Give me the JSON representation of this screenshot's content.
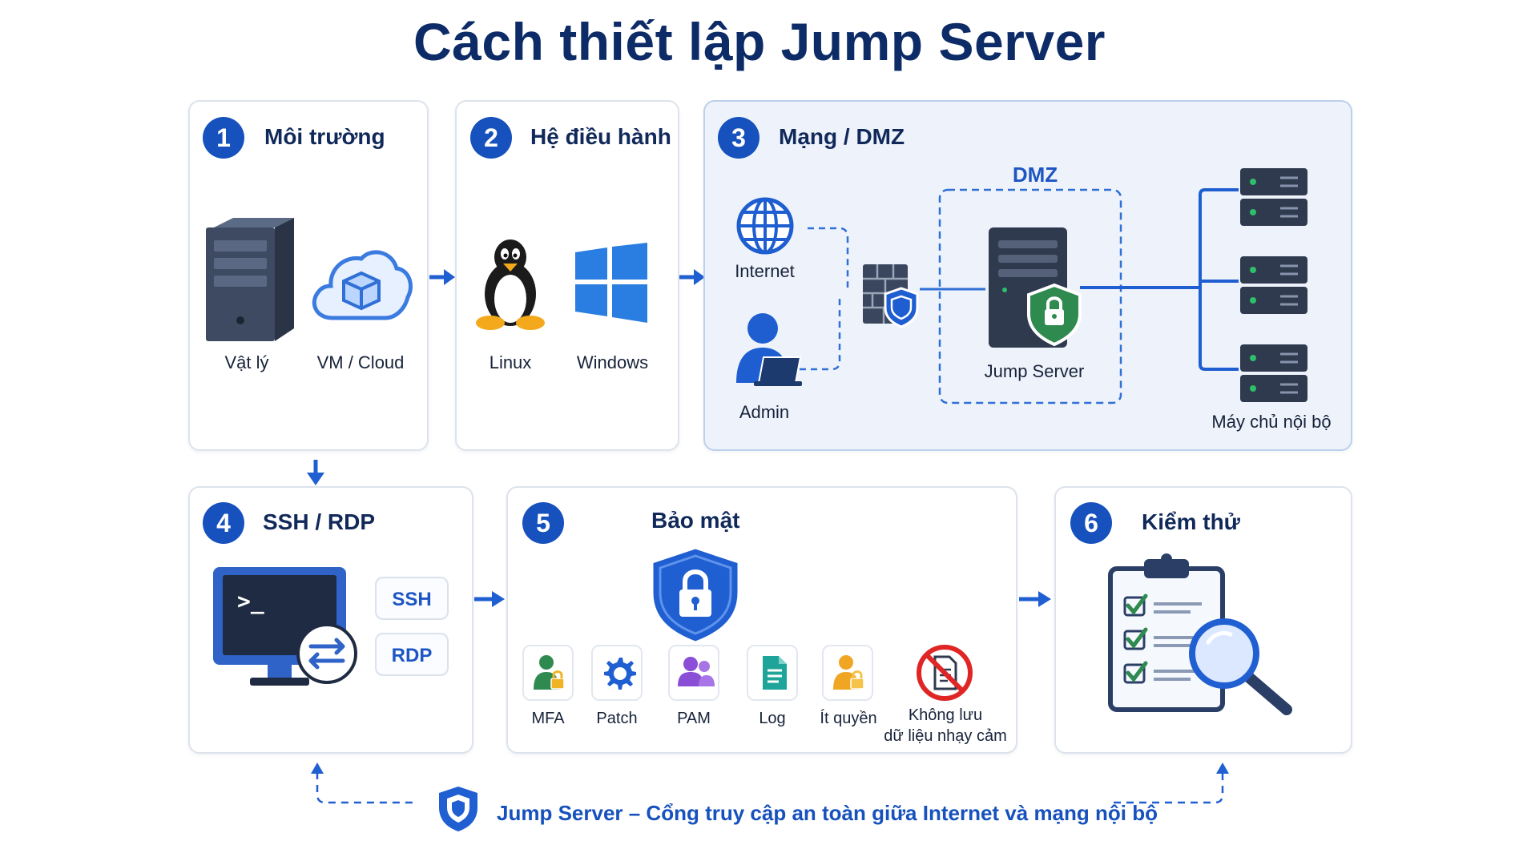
{
  "title": "Cách thiết lập Jump Server",
  "steps": [
    {
      "number": "1",
      "title": "Môi trường",
      "items": [
        "Vật lý",
        "VM / Cloud"
      ]
    },
    {
      "number": "2",
      "title": "Hệ điều hành",
      "items": [
        "Linux",
        "Windows"
      ]
    },
    {
      "number": "3",
      "title": "Mạng / DMZ",
      "dmz_label": "DMZ",
      "items": [
        "Internet",
        "Admin",
        "Jump Server",
        "Máy chủ nội bộ"
      ]
    },
    {
      "number": "4",
      "title": "SSH / RDP",
      "items": [
        "SSH",
        "RDP"
      ],
      "terminal_prompt": ">_"
    },
    {
      "number": "5",
      "title": "Bảo mật",
      "items": [
        "MFA",
        "Patch",
        "PAM",
        "Log",
        "Ít quyền",
        "Không lưu",
        "dữ liệu nhạy cảm"
      ]
    },
    {
      "number": "6",
      "title": "Kiểm thử"
    }
  ],
  "footer": "Jump Server – Cổng truy cập an toàn giữa Internet và mạng nội bộ",
  "colors": {
    "primary": "#1651bd",
    "dark": "#0d2b66",
    "server": "#2f3a4f",
    "shield_green": "#2f8a4f",
    "danger": "#e02525"
  }
}
